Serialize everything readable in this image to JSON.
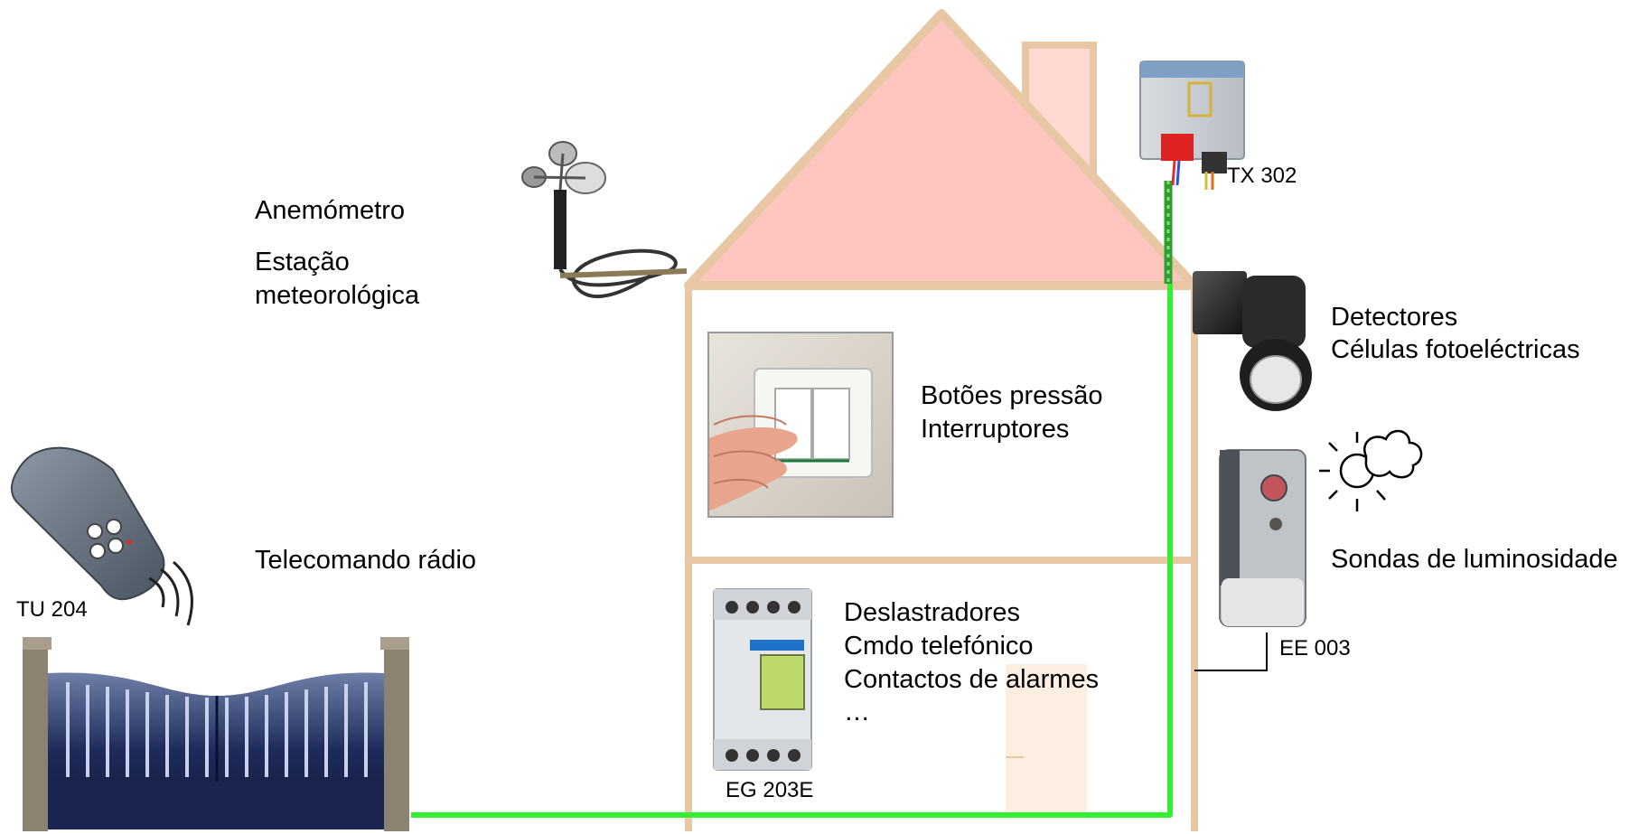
{
  "labels": {
    "anemometer": "Anemómetro",
    "weather_station_1": "Estação",
    "weather_station_2": "meteorológica",
    "radio_remote": "Telecomando rádio",
    "remote_model": "TU 204",
    "push_buttons": "Botões pressão",
    "switches": "Interruptores",
    "load_shedders": "Deslastradores",
    "phone_control": "Cmdo telefónico",
    "alarm_contacts": "Contactos de alarmes",
    "ellipsis": "…",
    "din_module_model": "EG 203E",
    "bus_interface_model": "TX 302",
    "detectors": "Detectores",
    "photocells": "Células fotoeléctricas",
    "light_sensors": "Sondas de luminosidade",
    "light_sensor_model": "EE 003"
  },
  "colors": {
    "house_outline": "#e8c7a4",
    "roof_fill": "#ffc6c0",
    "bus_line": "#33ee33",
    "door_fill": "#fdeee2"
  },
  "icons": [
    "anemometer-icon",
    "remote-control-icon",
    "radio-waves-icon",
    "gate-icon",
    "wall-switch-photo",
    "din-timer-module-icon",
    "bus-interface-icon",
    "motion-detector-icon",
    "light-sensor-icon",
    "sun-cloud-icon"
  ]
}
